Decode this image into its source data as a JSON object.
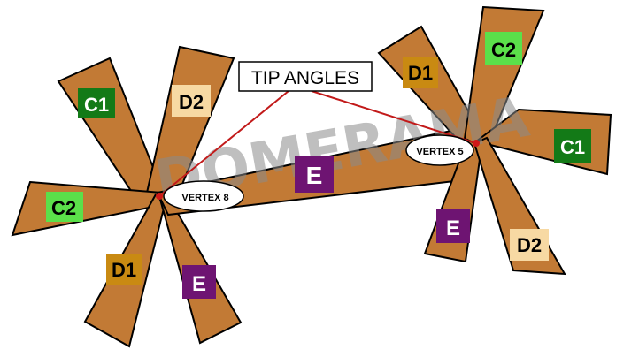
{
  "colors": {
    "strut": "#c27a35",
    "strut_edge": "#000000",
    "C1": "#137a17",
    "C2": "#5be04a",
    "D1": "#c98a12",
    "D2": "#f7d9a3",
    "E": "#6e1472",
    "label_text_light": "#ffffff",
    "label_text_dark": "#000000",
    "pointer": "#c21a1a",
    "watermark": "#8a8a8a"
  },
  "watermark": {
    "text": "DOMERAMA"
  },
  "callout": {
    "text": "TIP ANGLES"
  },
  "vertices": {
    "left": {
      "label": "VERTEX 8"
    },
    "right": {
      "label": "VERTEX 5"
    }
  },
  "strut_labels": {
    "left_c1": "C1",
    "left_d2": "D2",
    "left_c2": "C2",
    "left_d1": "D1",
    "left_e": "E",
    "center_e": "E",
    "right_d1": "D1",
    "right_c2": "C2",
    "right_c1": "C1",
    "right_e": "E",
    "right_d2": "D2"
  }
}
